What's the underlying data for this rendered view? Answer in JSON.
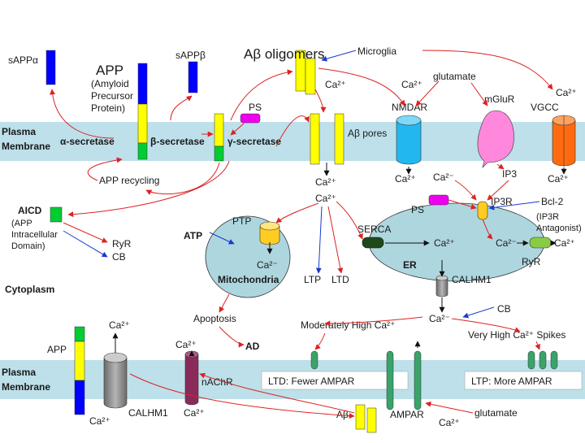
{
  "membrane_top": {
    "label_line1": "Plasma",
    "label_line2": "Membrane"
  },
  "membrane_bottom": {
    "label_line1": "Plasma",
    "label_line2": "Membrane"
  },
  "cytoplasm_label": "Cytoplasm",
  "app": {
    "salpha": "sAPPα",
    "sbeta": "sAPPβ",
    "title": "APP",
    "desc1": "(Amyloid",
    "desc2": "Precursor",
    "desc3": "Protein)",
    "alpha_secretase": "α-secretase",
    "beta_secretase": "β-secretase",
    "gamma_secretase": "γ-secretase",
    "ps": "PS",
    "recycling": "APP recycling",
    "aicd1": "AICD",
    "aicd2": "(APP",
    "aicd3": "Intracellular",
    "aicd4": "Domain)",
    "ryr": "RyR",
    "cb": "CB"
  },
  "top_right": {
    "abeta_oligomers": "Aβ oligomers",
    "microglia": "Microglia",
    "ca_oligomer": "Ca²⁺",
    "glutamate": "glutamate",
    "ca_nmdar_top": "Ca²⁺",
    "nmdar": "NMDAR",
    "mglur": "mGluR",
    "vgcc": "VGCC",
    "ca_vgcc_top": "Ca²⁺",
    "abeta_pores": "Aβ pores",
    "ca_pore_in1": "Ca²⁺",
    "ca_pore_in2": "Ca²⁺",
    "ca_nmdar_bottom": "Ca²⁺",
    "ca_mglur_out": "Ca²⁻",
    "ip3": "IP3",
    "ca_vgcc_bottom": "Ca²⁺"
  },
  "mito": {
    "atp": "ATP",
    "ptp": "PTP",
    "ca": "Ca²⁻",
    "label": "Mitochondria",
    "ltp": "LTP",
    "ltd": "LTD"
  },
  "er": {
    "ps": "PS",
    "ip3r": "IP3R",
    "bcl2": "Bcl-2",
    "bcl2_note1": "(IP3R",
    "bcl2_note2": "Antagonist)",
    "serca": "SERCA",
    "ca_in": "Ca²⁺",
    "ca_mid": "Ca²⁻",
    "ca_out": "Ca²⁺",
    "ryr": "RyR",
    "label": "ER",
    "calhm1": "CALHM1",
    "ca_below": "Ca²⁻",
    "cb": "CB"
  },
  "bottom": {
    "apoptosis": "Apoptosis",
    "ad": "AD",
    "moderately_high": "Moderately High Ca²⁺",
    "very_high": "Very High Ca²⁺ Spikes",
    "app": "APP",
    "ca_calhm1_top": "Ca²⁺",
    "ca_calhm1_bottom": "Ca²⁺",
    "calhm1": "CALHM1",
    "ca_nachr_top": "Ca²⁺",
    "nachr": "nAChR",
    "ca_nachr_bottom": "Ca²⁺",
    "ltd_box": "LTD: Fewer AMPAR",
    "ltp_box": "LTP: More AMPAR",
    "abeta": "Aβ",
    "ampar": "AMPAR",
    "ca_ampar": "Ca²⁺",
    "glutamate": "glutamate"
  },
  "colors": {
    "membrane": "#bde0ea",
    "yellow": "#ffff00",
    "green": "#00cc33",
    "blue": "#0000ff",
    "magenta": "#ee00ee",
    "arrow_red": "#dd2222",
    "arrow_blue": "#1a3acc",
    "nmdar": "#22b8ef",
    "mglur": "#ff88dd",
    "vgcc": "#ff6a10",
    "organelle": "#aed6df",
    "serca": "#1e4a1a",
    "ryr": "#88cc44",
    "ampar": "#3aa36a",
    "nachr": "#8a2a5a",
    "calhm1": "#8a8a8a"
  }
}
